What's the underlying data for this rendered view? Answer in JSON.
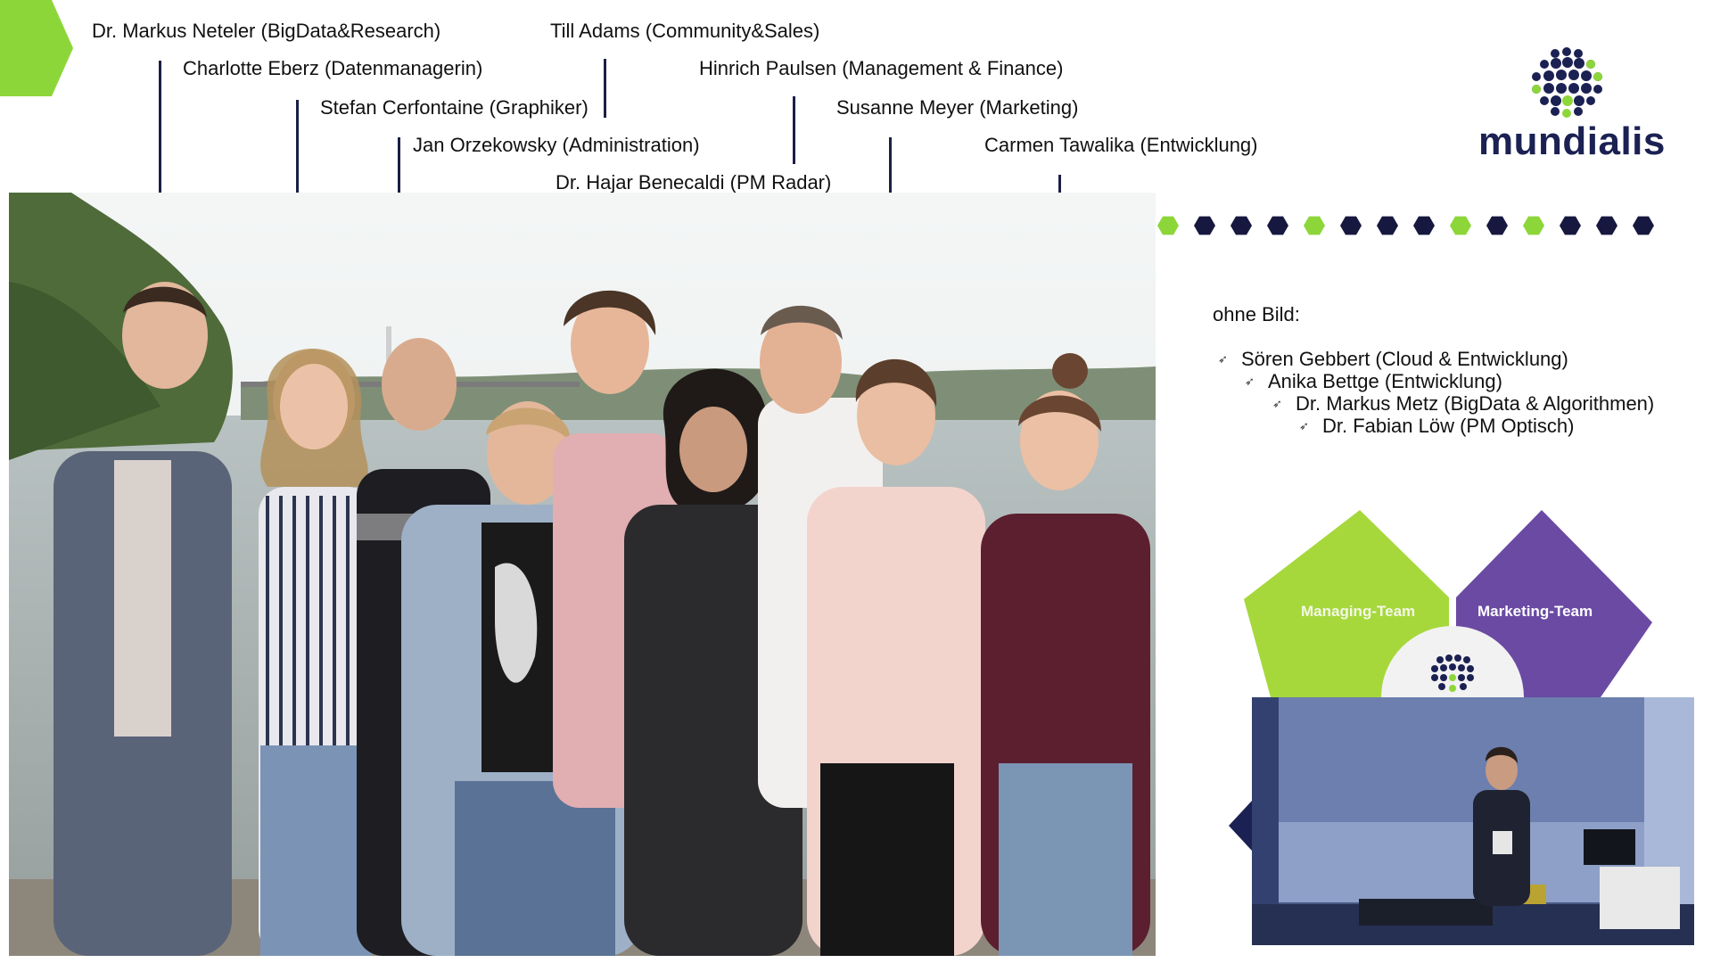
{
  "team_labels": [
    {
      "id": "neteler",
      "text": "Dr. Markus Neteler (BigData&Research)"
    },
    {
      "id": "eberz",
      "text": "Charlotte Eberz (Datenmanagerin)"
    },
    {
      "id": "cerfontaine",
      "text": "Stefan Cerfontaine (Graphiker)"
    },
    {
      "id": "orzekowsky",
      "text": "Jan Orzekowsky (Administration)"
    },
    {
      "id": "adams",
      "text": "Till Adams (Community&Sales)"
    },
    {
      "id": "benecaldi",
      "text": "Dr. Hajar Benecaldi (PM Radar)"
    },
    {
      "id": "paulsen",
      "text": "Hinrich Paulsen (Management & Finance)"
    },
    {
      "id": "meyer",
      "text": "Susanne Meyer (Marketing)"
    },
    {
      "id": "tawalika",
      "text": "Carmen Tawalika (Entwicklung)"
    }
  ],
  "logo": {
    "text": "mundialis",
    "icon": "dotted-globe-icon"
  },
  "hex_dots": [
    "green",
    "navy",
    "navy",
    "navy",
    "green",
    "navy",
    "navy",
    "navy",
    "green",
    "navy",
    "green",
    "navy",
    "navy",
    "navy"
  ],
  "colors": {
    "green": "#8dd63a",
    "navy": "#17183f",
    "purple": "#6a4aa3",
    "lime": "#a3d93c"
  },
  "ohne_bild": {
    "heading": "ohne Bild:",
    "items": [
      "Sören Gebbert (Cloud & Entwicklung)",
      "Anika Bettge (Entwicklung)",
      "Dr. Markus Metz (BigData & Algorithmen)",
      "Dr. Fabian Löw (PM Optisch)"
    ]
  },
  "diagram": {
    "left_label": "Managing-Team",
    "right_label": "Marketing-Team"
  }
}
